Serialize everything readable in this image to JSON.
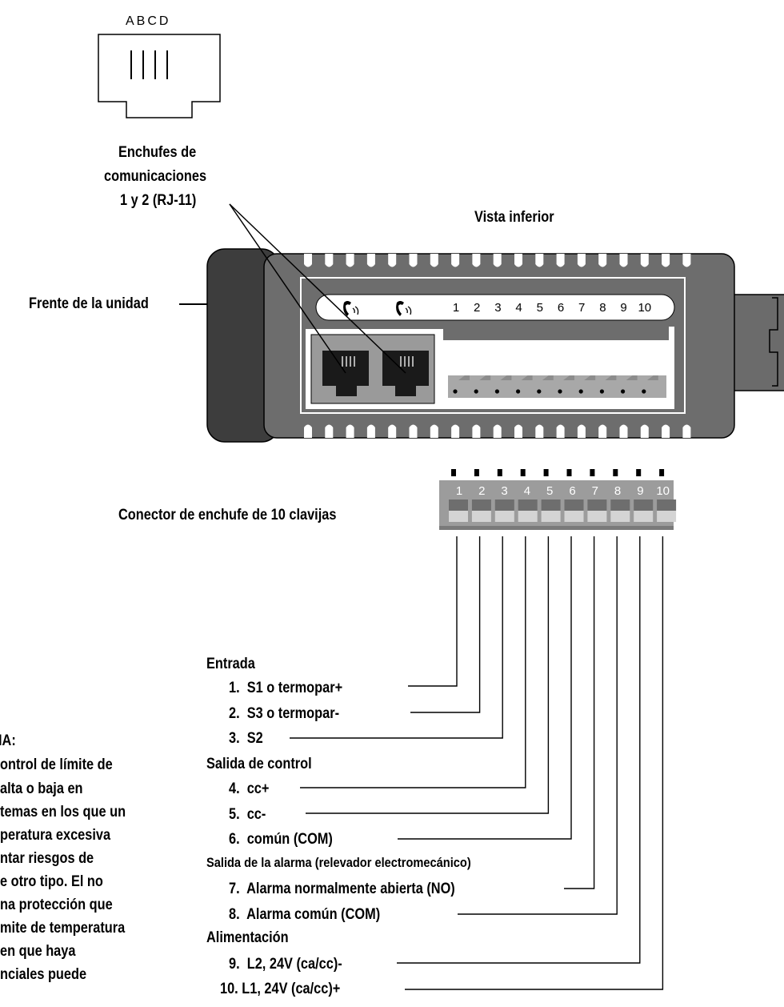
{
  "rj11_pinout": {
    "letters": "ABCD"
  },
  "labels": {
    "comm_line1": "Enchufes de",
    "comm_line2": "comunicaciones",
    "comm_line3": "1 y 2 (RJ-11)",
    "bottom_view": "Vista inferior",
    "unit_front": "Frente de la unidad",
    "connector": "Conector de enchufe de 10 clavijas"
  },
  "terminal_numbers": [
    "1",
    "2",
    "3",
    "4",
    "5",
    "6",
    "7",
    "8",
    "9",
    "10"
  ],
  "groups": {
    "input": "Entrada",
    "control_output": "Salida de control",
    "alarm_output": "Salida de la alarma (relevador electromecánico)",
    "power": "Alimentación"
  },
  "pins": [
    {
      "n": "1.",
      "label": "S1 o termopar+"
    },
    {
      "n": "2.",
      "label": "S3 o termopar-"
    },
    {
      "n": "3.",
      "label": "S2"
    },
    {
      "n": "4.",
      "label": "cc+"
    },
    {
      "n": "5.",
      "label": "cc-"
    },
    {
      "n": "6.",
      "label": "común (COM)"
    },
    {
      "n": "7.",
      "label": "Alarma normalmente abierta (NO)"
    },
    {
      "n": "8.",
      "label": "Alarma común (COM)"
    },
    {
      "n": "9.",
      "label": "L2, 24V (ca/cc)-"
    },
    {
      "n": "10.",
      "label": "L1, 24V (ca/cc)+"
    }
  ],
  "warning_fragments": [
    "IA:",
    "ontrol de límite de",
    "alta o baja en",
    "temas en los que un",
    "peratura excesiva",
    "ntar riesgos de",
    "e otro tipo. El no",
    "na protección que",
    "mite de temperatura",
    "en que haya",
    "nciales puede"
  ]
}
